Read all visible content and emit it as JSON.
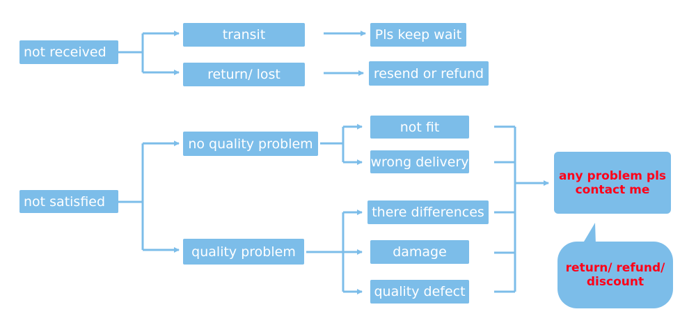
{
  "colors": {
    "box": "#7cbde9",
    "text": "#ffffff",
    "callout_text": "#ff0018",
    "line": "#7cbde9"
  },
  "nodes": {
    "not_received": "not received",
    "transit": "transit",
    "pls_keep_wait": "Pls keep wait",
    "return_lost": "return/ lost",
    "resend_or_refund": "resend or refund",
    "not_satisfied": "not satisfied",
    "no_quality_problem": "no quality problem",
    "not_fit": "not fit",
    "wrong_delivery": "wrong delivery",
    "quality_problem": "quality problem",
    "there_differences": "there differences",
    "damage": "damage",
    "quality_defect": "quality defect"
  },
  "callouts": {
    "contact": [
      "any problem pls",
      "contact me"
    ],
    "outcome": [
      "return/ refund/",
      "discount"
    ]
  }
}
